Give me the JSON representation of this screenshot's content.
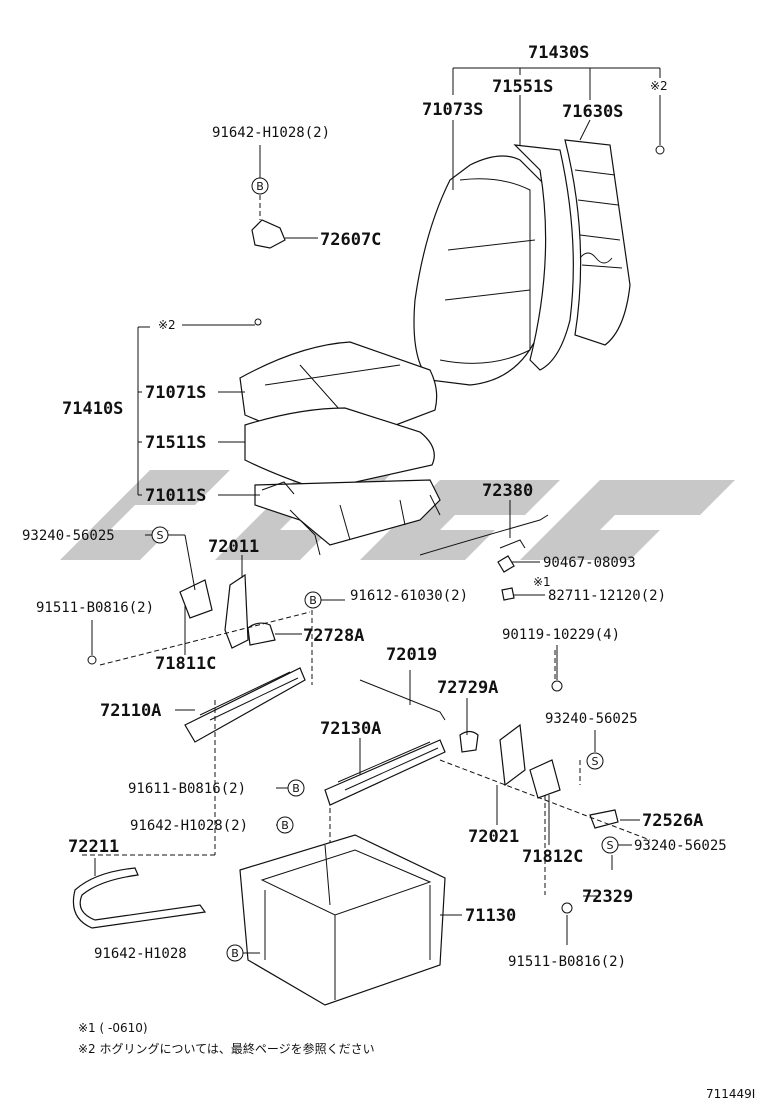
{
  "diagram": {
    "labels": {
      "p71430S": "71430S",
      "p71551S": "71551S",
      "p71073S": "71073S",
      "p71630S": "71630S",
      "note2_top": "※2",
      "p91642H1028_2a": "91642-H1028(2)",
      "p72607C": "72607C",
      "note2_mid": "※2",
      "p71410S": "71410S",
      "p71071S": "71071S",
      "p71511S": "71511S",
      "p71011S": "71011S",
      "p72380": "72380",
      "p93240_56025a": "93240-56025",
      "p72011": "72011",
      "p90467": "90467-08093",
      "note1": "※1",
      "p91612": "91612-61030(2)",
      "p82711": "82711-12120(2)",
      "p91511a": "91511-B0816(2)",
      "p72728A": "72728A",
      "p90119": "90119-10229(4)",
      "p71811C": "71811C",
      "p72019": "72019",
      "p72729A": "72729A",
      "p72110A": "72110A",
      "p93240_56025b": "93240-56025",
      "p72130A": "72130A",
      "p91611": "91611-B0816(2)",
      "p72526A": "72526A",
      "p91642H1028_2b": "91642-H1028(2)",
      "p93240_56025c": "93240-56025",
      "p72021": "72021",
      "p71812C": "71812C",
      "p72211": "72211",
      "p71130": "71130",
      "p72329": "72329",
      "p91642H1028": "91642-H1028",
      "p91511b": "91511-B0816(2)",
      "footnote1": "※1 (    -0610)",
      "footnote2": "※2 ホグリングについては、最終ページを参照ください",
      "ref": "711449I"
    },
    "symbols": {
      "B": "B",
      "S": "S"
    }
  }
}
